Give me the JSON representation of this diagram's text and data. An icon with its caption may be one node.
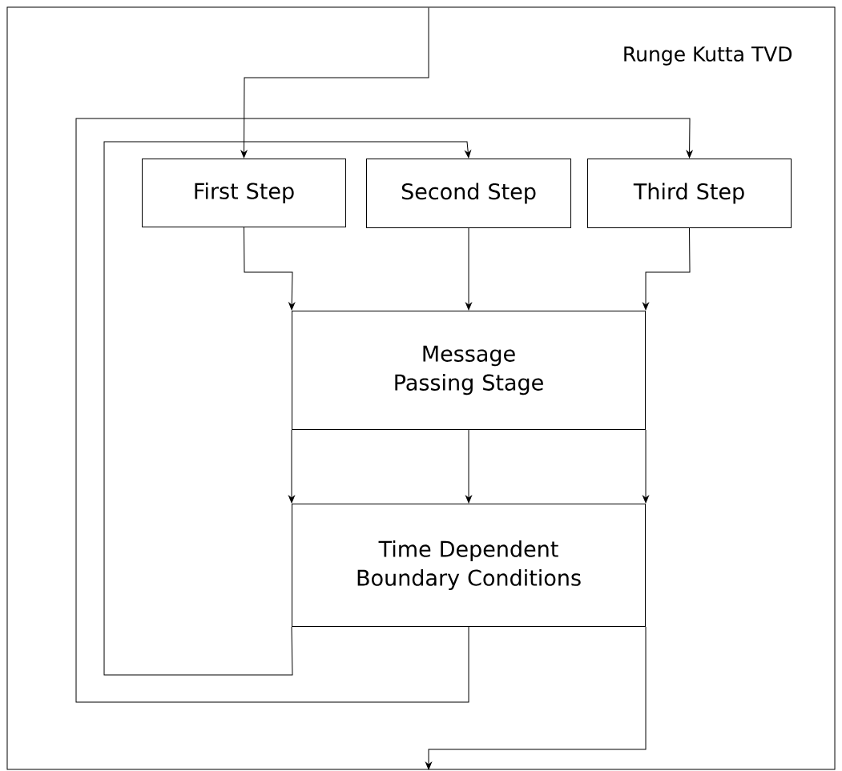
{
  "diagram": {
    "nodes": [
      {
        "text": [
          "Runge Kutta TVD"
        ]
      },
      {
        "text": [
          "First Step"
        ],
        "in": 0
      },
      {
        "text": [
          "Second Step"
        ],
        "in": 0
      },
      {
        "text": [
          "Third Step"
        ],
        "in": 0
      },
      {
        "text": [
          "Message Passing Stage"
        ],
        "in": 0
      },
      {
        "text": [
          "Time Dependent Boundary Conditions"
        ],
        "in": 0
      }
    ],
    "edges": [
      {
        "from": null,
        "to": 1,
        "arrow": "to"
      },
      {
        "from": 1,
        "to": 4,
        "arrow": "to"
      },
      {
        "from": 2,
        "to": 4,
        "arrow": "to"
      },
      {
        "from": 3,
        "to": 4,
        "arrow": "to"
      },
      {
        "from": 4,
        "to": 5,
        "arrow": "to"
      },
      {
        "from": 4,
        "to": 5,
        "arrow": "to"
      },
      {
        "from": 4,
        "to": 5,
        "arrow": "to"
      },
      {
        "from": 5,
        "to": 2,
        "arrow": "to"
      },
      {
        "from": 5,
        "to": 3,
        "arrow": "to"
      },
      {
        "from": 5,
        "to": null,
        "arrow": "to"
      }
    ]
  }
}
